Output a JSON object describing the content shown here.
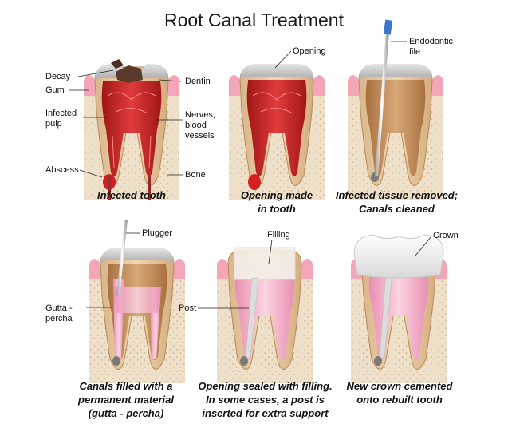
{
  "title": "Root Canal Treatment",
  "panels": [
    {
      "caption_lines": [
        "Infected tooth"
      ],
      "labels": [
        "Decay",
        "Gum",
        "Infected",
        "pulp",
        "Dentin",
        "Nerves,",
        "blood",
        "vessels",
        "Abscess",
        "Bone"
      ]
    },
    {
      "caption_lines": [
        "Opening made",
        "in tooth"
      ],
      "labels": [
        "Opening"
      ]
    },
    {
      "caption_lines": [
        "Infected tissue removed;",
        "Canals cleaned"
      ],
      "labels": [
        "Endodontic",
        "file"
      ]
    },
    {
      "caption_lines": [
        "Canals filled with a",
        "permanent material",
        "(gutta - percha)"
      ],
      "labels": [
        "Plugger",
        "Gutta -",
        "percha"
      ]
    },
    {
      "caption_lines": [
        "Opening sealed with filling.",
        "In some cases, a post is",
        "inserted for extra support"
      ],
      "labels": [
        "Filling",
        "Post"
      ]
    },
    {
      "caption_lines": [
        "New crown cemented",
        "onto rebuilt tooth"
      ],
      "labels": [
        "Crown"
      ]
    }
  ],
  "colors": {
    "gum": "#f4a6b8",
    "bone": "#ecd9bf",
    "dentin": "#e8cba0",
    "pulp_infected": "#cc2a2a",
    "pulp_clean": "#c08a5a",
    "gutta_percha": "#f3b6cf",
    "filling": "#f4eee6",
    "enamel": "#c9c9c9",
    "crown": "#f2f2f2",
    "instrument": "#3b79c8"
  }
}
